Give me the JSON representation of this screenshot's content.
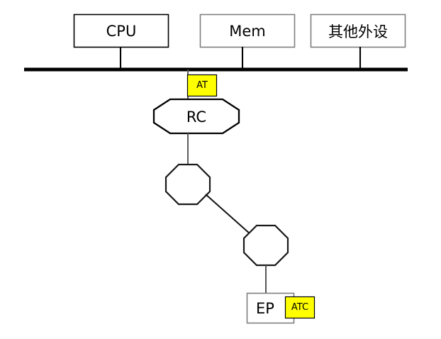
{
  "diagram": {
    "title": "System bus architecture diagram",
    "background_color": "#ffffff",
    "bus": {
      "name": "system-bus",
      "color": "#000000"
    },
    "top_modules": [
      {
        "id": "cpu",
        "label": "CPU",
        "border_color": "#000000"
      },
      {
        "id": "mem",
        "label": "Mem",
        "border_color": "#7f7f7f"
      },
      {
        "id": "peripherals",
        "label": "其他外设",
        "border_color": "#7f7f7f"
      }
    ],
    "tags": [
      {
        "id": "at",
        "label": "AT",
        "fill": "#ffff00",
        "border_color": "#000000"
      },
      {
        "id": "atc",
        "label": "ATC",
        "fill": "#ffff00",
        "border_color": "#000000"
      }
    ],
    "nodes": [
      {
        "id": "rc",
        "label": "RC",
        "shape": "octagon",
        "border_color": "#000000"
      },
      {
        "id": "switch-1",
        "label": "",
        "shape": "octagon",
        "border_color": "#1a1a1a"
      },
      {
        "id": "switch-2",
        "label": "",
        "shape": "octagon",
        "border_color": "#1a1a1a"
      }
    ],
    "endpoint": {
      "id": "ep",
      "label": "EP",
      "border_color": "#7f7f7f"
    }
  }
}
